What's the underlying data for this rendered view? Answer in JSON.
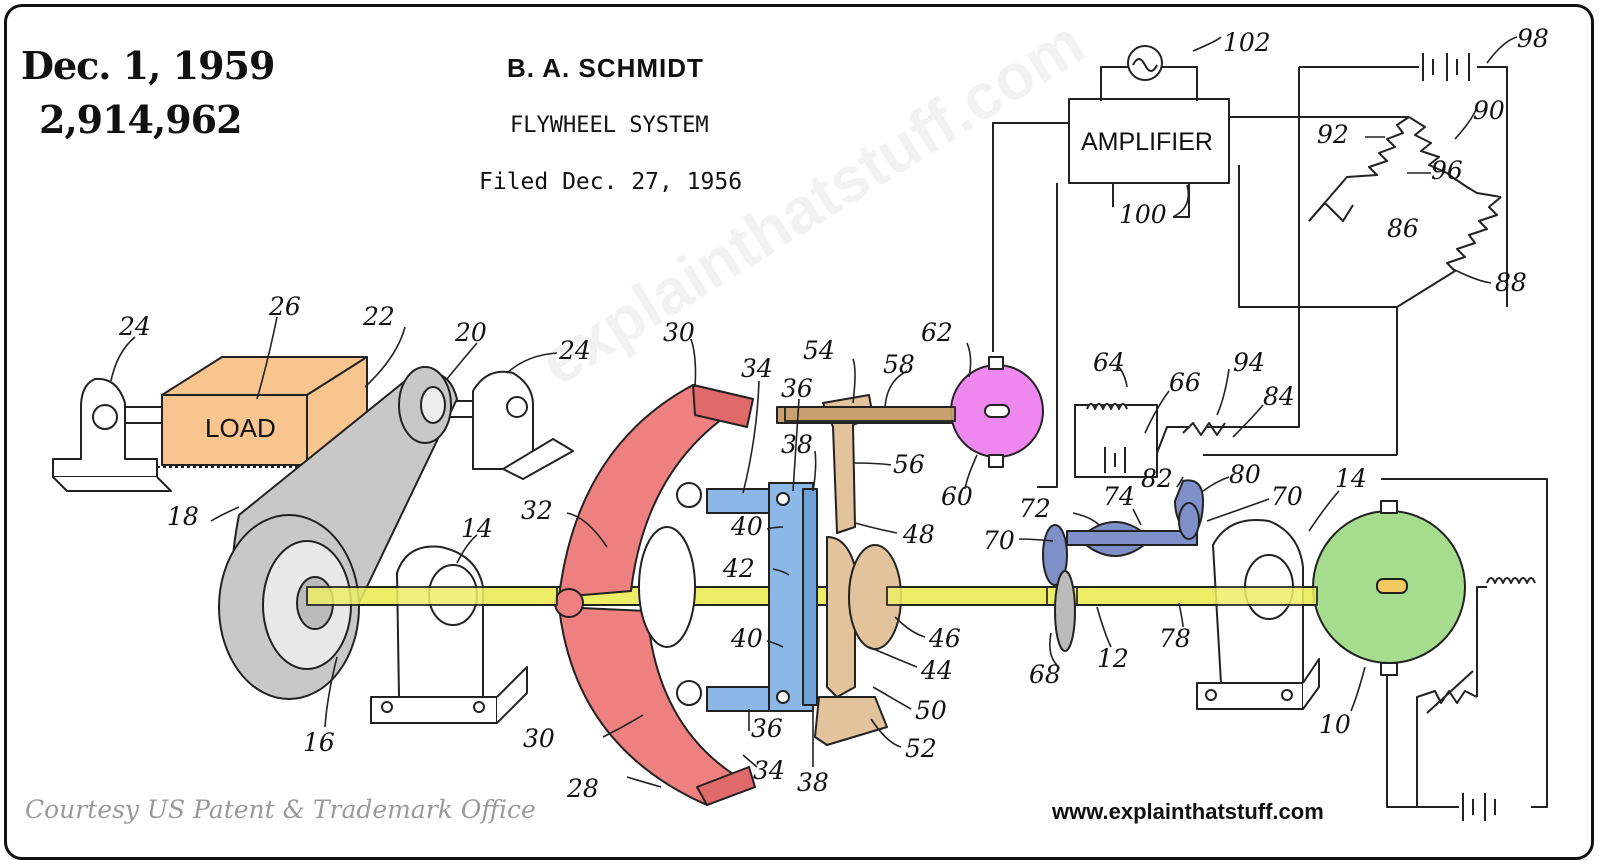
{
  "header": {
    "date": "Dec. 1, 1959",
    "patent_number": "2,914,962",
    "inventor": "B. A. SCHMIDT",
    "title": "FLYWHEEL SYSTEM",
    "filed": "Filed Dec. 27, 1956"
  },
  "footer": {
    "credit": "Courtesy US Patent & Trademark Office",
    "website": "www.explainthatstuff.com"
  },
  "components": {
    "load_label": "LOAD",
    "amplifier_label": "AMPLIFIER"
  },
  "reference_numerals": {
    "n24a": "24",
    "n26": "26",
    "n22": "22",
    "n20": "20",
    "n24b": "24",
    "n18": "18",
    "n16": "16",
    "n14a": "14",
    "n30a": "30",
    "n32": "32",
    "n30b": "30",
    "n28": "28",
    "n34a": "34",
    "n36a": "36",
    "n38a": "38",
    "n40a": "40",
    "n42": "42",
    "n40b": "40",
    "n36b": "36",
    "n34b": "34",
    "n38b": "38",
    "n54": "54",
    "n58": "58",
    "n56": "56",
    "n48": "48",
    "n46": "46",
    "n44": "44",
    "n50": "50",
    "n52": "52",
    "n62": "62",
    "n60": "60",
    "n64": "64",
    "n66": "66",
    "n94": "94",
    "n84": "84",
    "n82": "82",
    "n80": "80",
    "n70a": "70",
    "n72": "72",
    "n74": "74",
    "n70b": "70",
    "n14b": "14",
    "n68": "68",
    "n12": "12",
    "n78": "78",
    "n10": "10",
    "n102": "102",
    "n98": "98",
    "n100": "100",
    "n92": "92",
    "n90": "90",
    "n96": "96",
    "n86": "86",
    "n88": "88"
  },
  "colors": {
    "load": "#f9c58f",
    "belt": "#c8c8c8",
    "flyweights": "#ee8080",
    "linkage": "#8cb8e8",
    "bracket": "#e2c39c",
    "motor_62": "#ee88ee",
    "generator_10": "#a6dc8e",
    "shaft": "#eeee66",
    "regulator": "#7f90c8"
  },
  "watermark": "explainthatstuff.com"
}
